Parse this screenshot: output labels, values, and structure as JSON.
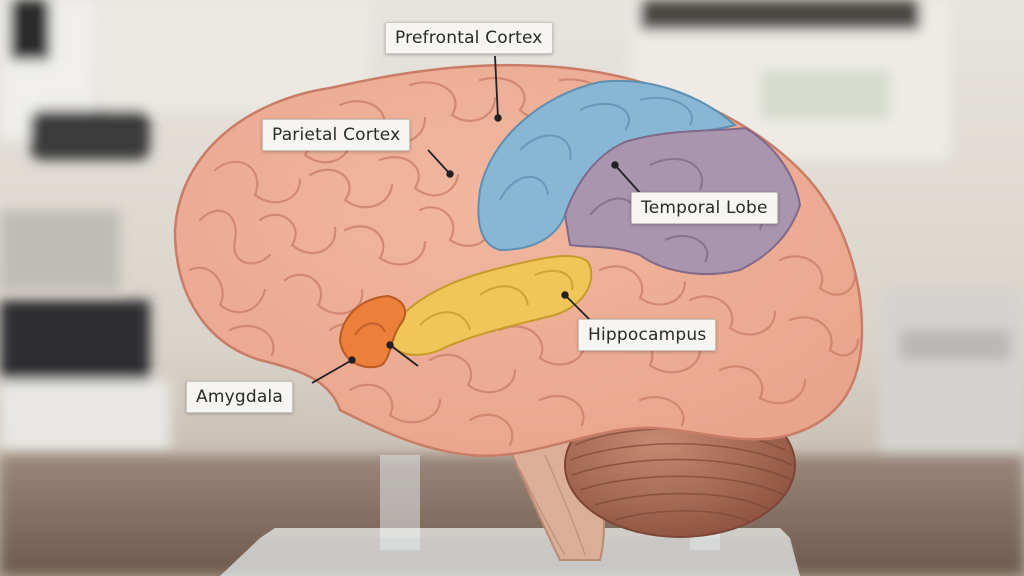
{
  "diagram": {
    "labels": {
      "prefrontal_cortex": "Prefrontal Cortex",
      "parietal_cortex": "Parietal Cortex",
      "temporal_lobe": "Temporal Lobe",
      "hippocampus": "Hippocampus",
      "amygdala": "Amygdala"
    },
    "colors": {
      "cortex": "#e9a58c",
      "cortex_shadow": "#c97c66",
      "prefrontal_region": "#88b7d6",
      "temporal_region": "#a995ad",
      "hippocampus": "#f0c659",
      "amygdala": "#ec7f3a",
      "cerebellum": "#b07058",
      "brainstem": "#dcae97",
      "stand": "#cfd6da"
    }
  }
}
